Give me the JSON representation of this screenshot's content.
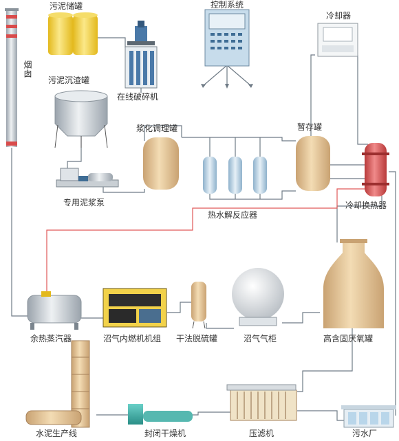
{
  "labels": {
    "chimney": "烟囱",
    "sludge_storage_tank": "污泥储罐",
    "online_crusher": "在线破碎机",
    "sludge_settling_tank": "污泥沉渣罐",
    "special_pump": "专用泥浆泵",
    "slurry_tank": "浆化调理罐",
    "control_system": "控制系统",
    "hydrolysis_reactor": "热水解反应器",
    "temporary_tank": "暂存罐",
    "cooler": "冷却器",
    "cooling_exchanger": "冷却换热器",
    "waste_heat_steam": "余热蒸汽器",
    "biogas_engine": "沼气内燃机机组",
    "dry_desulfurization": "干法脱硫罐",
    "gas_holder": "沼气气柜",
    "anaerobic_tank": "高含固厌氧罐",
    "cement_line": "水泥生产线",
    "sealed_dryer": "封闭干燥机",
    "filter_press": "压滤机",
    "sewage_plant": "污水厂"
  },
  "colors": {
    "tank_tan": "#e6c898",
    "steel_gray": "#c8cdd2",
    "red_pipe": "#e05858",
    "yellow_tank": "#f2d24a",
    "teal_machine": "#3fb0a8",
    "blue_panel": "#b9d6ea"
  }
}
